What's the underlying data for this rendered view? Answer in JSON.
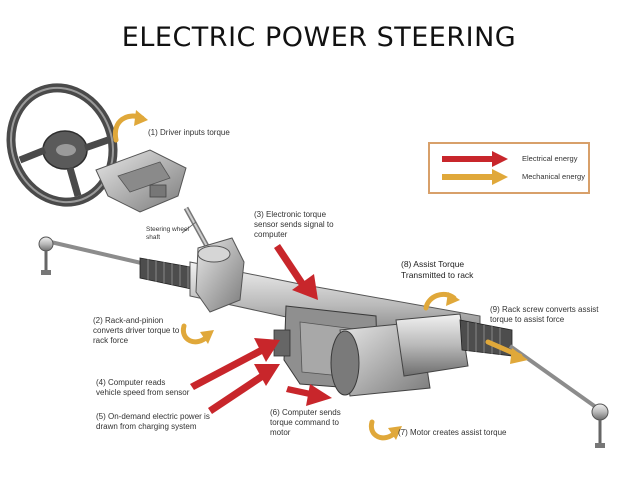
{
  "title": "ELECTRIC POWER STEERING",
  "legend": {
    "electrical": "Electrical energy",
    "mechanical": "Mechanical energy",
    "electrical_color": "#c8262b",
    "mechanical_color": "#e0a83a"
  },
  "labels": {
    "l1": "(1) Driver inputs torque",
    "shaft": "Steering wheel shaft",
    "l2": "(2) Rack-and-pinion converts driver torque to rack force",
    "l3": "(3) Electronic torque sensor sends signal to computer",
    "l4": "(4) Computer reads vehicle speed from sensor",
    "l5": "(5) On-demand electric power is drawn from charging system",
    "l6": "(6) Computer sends torque command to motor",
    "l7": "(7) Motor creates assist torque",
    "l8": "(8) Assist Torque Transmitted to rack",
    "l9": "(9) Rack screw converts assist torque to assist force"
  }
}
